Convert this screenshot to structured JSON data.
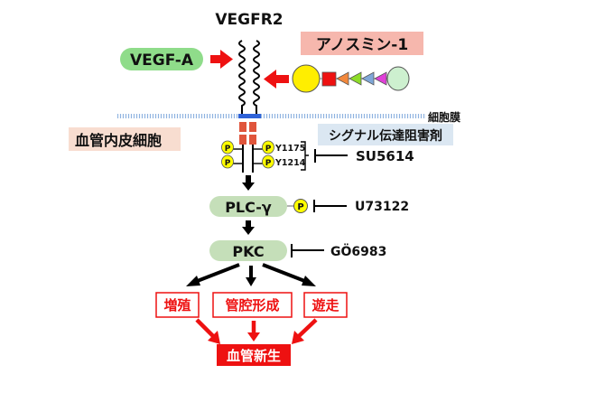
{
  "title": "VEGFR2",
  "ligand": {
    "label": "VEGF-A"
  },
  "anosmin": {
    "label": "アノスミン-1"
  },
  "membrane": {
    "label": "細胞膜"
  },
  "cell": {
    "label": "血管内皮細胞"
  },
  "inhibitors_header": {
    "label": "シグナル伝達阻害剤"
  },
  "phospho_sites": [
    {
      "label": "Y1175",
      "symbol": "P"
    },
    {
      "label": "Y1214",
      "symbol": "P"
    }
  ],
  "phospho_left_symbol": "P",
  "nodes": {
    "plc": {
      "label": "PLC-γ",
      "phospho": "P"
    },
    "pkc": {
      "label": "PKC"
    }
  },
  "inhibitors": {
    "su": "SU5614",
    "u73": "U73122",
    "go": "GÖ6983"
  },
  "outcomes": [
    {
      "label": "増殖"
    },
    {
      "label": "管腔形成"
    },
    {
      "label": "遊走"
    }
  ],
  "result": {
    "label": "血管新生"
  },
  "colors": {
    "green_pill": "#8fdc8a",
    "node_green": "#c5dfb9",
    "red": "#ee1111",
    "anosmin_bg": "#f6b7ad",
    "cell_bg": "#f8ddd0",
    "inhib_bg": "#dbe7f2",
    "membrane": "#8fb3e0",
    "tm_blue": "#2f62d8",
    "kinase": "#e0553c",
    "phospho_yellow": "#ffff00"
  }
}
